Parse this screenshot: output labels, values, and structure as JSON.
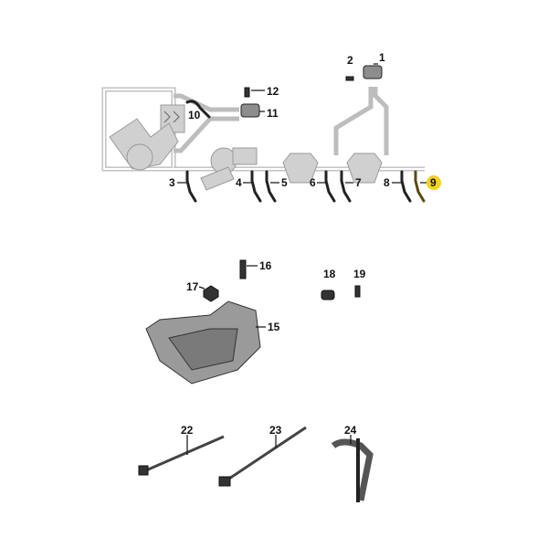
{
  "callouts": {
    "c1": "1",
    "c2": "2",
    "c3": "3",
    "c4": "4",
    "c5": "5",
    "c6": "6",
    "c7": "7",
    "c8": "8",
    "c9": "9",
    "c10": "10",
    "c11": "11",
    "c12": "12",
    "c15": "15",
    "c16": "16",
    "c17": "17",
    "c18": "18",
    "c19": "19",
    "c22": "22",
    "c23": "23",
    "c24": "24"
  },
  "highlight": {
    "callout": "9",
    "color": "#f3d21c"
  }
}
